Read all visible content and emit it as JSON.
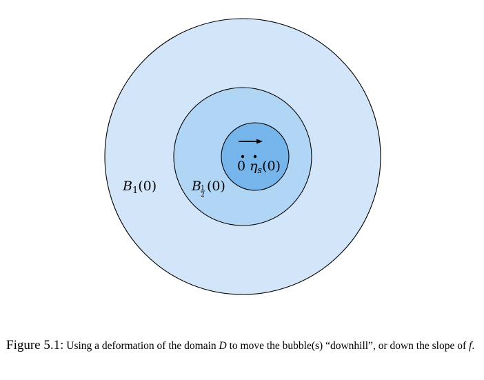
{
  "diagram": {
    "colors": {
      "outer_fill": "#d3e6f9",
      "middle_fill": "#b1d5f4",
      "inner_fill": "#76b5ec",
      "stroke": "#000000"
    },
    "labels": {
      "outer_ball_base": "B",
      "outer_ball_sub": "1",
      "outer_ball_arg": "(0)",
      "middle_ball_base": "B",
      "middle_ball_sub_num": "1",
      "middle_ball_sub_den": "2",
      "middle_ball_arg": "(0)",
      "origin": "0",
      "bubble_center_base": "η",
      "bubble_center_sub": "s",
      "bubble_center_arg": "(0)"
    },
    "arrow_icon": "right-arrow-icon"
  },
  "caption": {
    "figure_label": "Figure 5.1:",
    "text_part1": "Using a deformation of the domain",
    "domain_symbol": "D",
    "text_part2": "to move the bubble(s) “downhill”, or down the slope of",
    "function_symbol": "f",
    "text_end": "."
  }
}
